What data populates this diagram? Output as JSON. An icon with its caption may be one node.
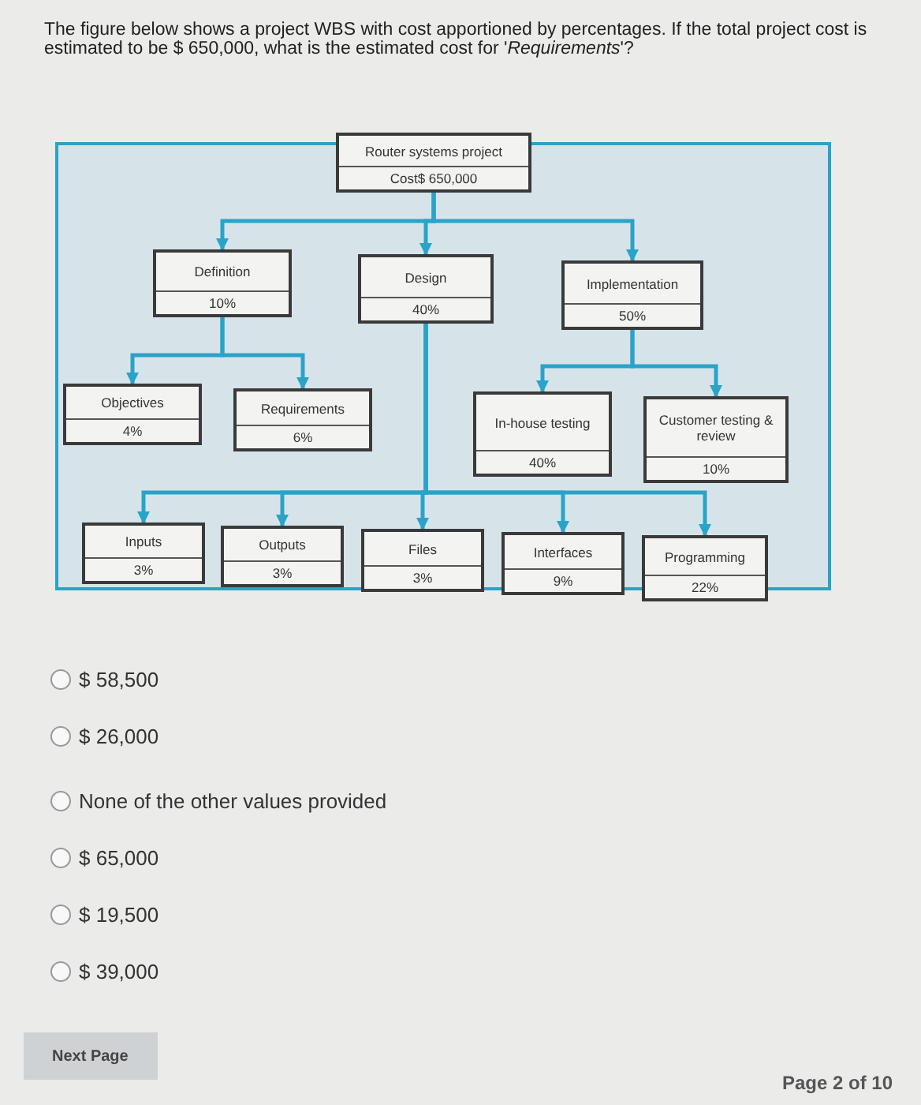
{
  "diagram": {
    "title": "The figure below shows a project WBS with cost apportioned by percentages. If the total project cost is estimated to be $ 650,000, what is the estimated cost for '*Requirements*'?",
    "nodes": [
      {
        "text": [
          "Router systems project",
          "Cost$ 650,000"
        ]
      },
      {
        "text": [
          "Definition",
          "10%"
        ]
      },
      {
        "text": [
          "Design",
          "40%"
        ]
      },
      {
        "text": [
          "Implementation",
          "50%"
        ]
      },
      {
        "text": [
          "Objectives",
          "4%"
        ]
      },
      {
        "text": [
          "Requirements",
          "6%"
        ]
      },
      {
        "text": [
          "In-house testing",
          "40%"
        ]
      },
      {
        "text": [
          "Customer testing & review",
          "10%"
        ]
      },
      {
        "text": [
          "Inputs",
          "3%"
        ]
      },
      {
        "text": [
          "Outputs",
          "3%"
        ]
      },
      {
        "text": [
          "Files",
          "3%"
        ]
      },
      {
        "text": [
          "Interfaces",
          "9%"
        ]
      },
      {
        "text": [
          "Programming",
          "22%"
        ]
      }
    ],
    "edges": [
      {
        "from": 0,
        "to": 1,
        "arrow": "to"
      },
      {
        "from": 0,
        "to": 2,
        "arrow": "to"
      },
      {
        "from": 0,
        "to": 3,
        "arrow": "to"
      },
      {
        "from": 1,
        "to": 4,
        "arrow": "to"
      },
      {
        "from": 1,
        "to": 5,
        "arrow": "to"
      },
      {
        "from": 3,
        "to": 6,
        "arrow": "to"
      },
      {
        "from": 3,
        "to": 7,
        "arrow": "to"
      },
      {
        "from": 2,
        "to": 8,
        "arrow": "to"
      },
      {
        "from": 2,
        "to": 9,
        "arrow": "to"
      },
      {
        "from": 2,
        "to": 10,
        "arrow": "to"
      },
      {
        "from": 2,
        "to": 11,
        "arrow": "to"
      },
      {
        "from": 2,
        "to": 12,
        "arrow": "to"
      }
    ],
    "labels": [
      "$ 58,500",
      "$ 26,000",
      "None of the other values provided",
      "$ 65,000",
      "$ 19,500",
      "$ 39,000",
      "Next Page",
      "Page 2 of 10"
    ]
  }
}
